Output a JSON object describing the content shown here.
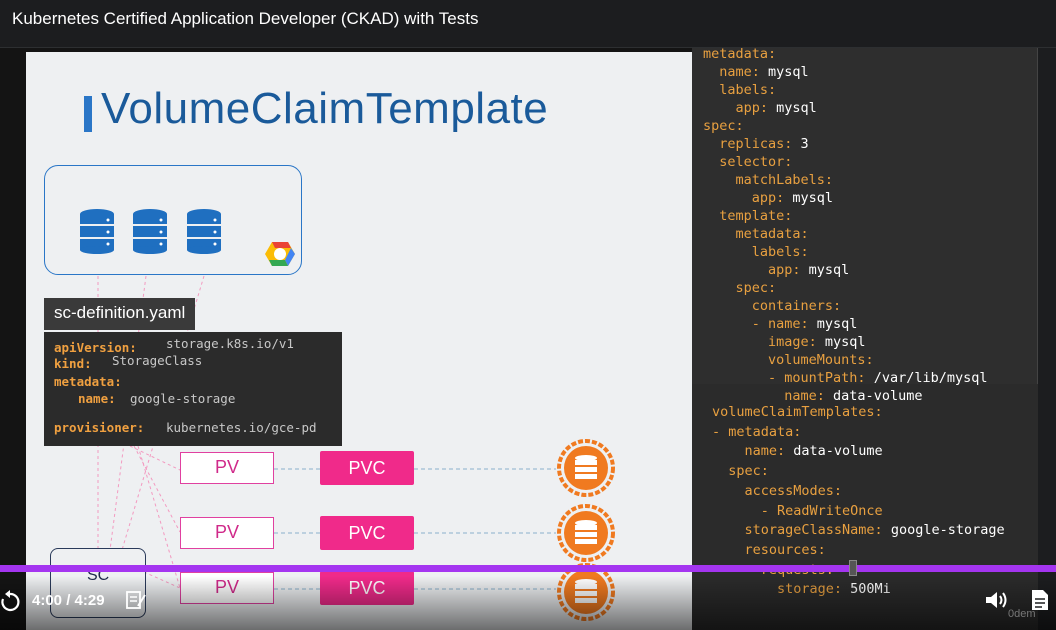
{
  "header": {
    "course_title": "Kubernetes Certified Application Developer (CKAD) with Tests"
  },
  "slide": {
    "title": "VolumeClaimTemplate",
    "yaml_tab": "sc-definition.yaml",
    "yaml_lines": [
      {
        "key": "apiVersion:",
        "value": "storage.k8s.io/v1"
      },
      {
        "key": "kind:",
        "value": "StorageClass"
      },
      {
        "key": "metadata:",
        "value": ""
      },
      {
        "key": "name:",
        "value": "google-storage"
      },
      {
        "key": "provisioner:",
        "value": "kubernetes.io/gce-pd"
      }
    ],
    "pv_label": "PV",
    "pvc_label": "PVC",
    "sc_label": "SC"
  },
  "code": {
    "lines": [
      {
        "k": "metadata:",
        "v": ""
      },
      {
        "k": "  name:",
        "v": " mysql"
      },
      {
        "k": "  labels:",
        "v": ""
      },
      {
        "k": "    app:",
        "v": " mysql"
      },
      {
        "k": "spec:",
        "v": ""
      },
      {
        "k": "  replicas:",
        "v": " 3"
      },
      {
        "k": "  selector:",
        "v": ""
      },
      {
        "k": "    matchLabels:",
        "v": ""
      },
      {
        "k": "      app:",
        "v": " mysql"
      },
      {
        "k": "  template:",
        "v": ""
      },
      {
        "k": "    metadata:",
        "v": ""
      },
      {
        "k": "      labels:",
        "v": ""
      },
      {
        "k": "        app:",
        "v": " mysql"
      },
      {
        "k": "    spec:",
        "v": ""
      },
      {
        "k": "      containers:",
        "v": ""
      },
      {
        "k": "      - name:",
        "v": " mysql"
      },
      {
        "k": "        image:",
        "v": " mysql"
      },
      {
        "k": "        volumeMounts:",
        "v": ""
      },
      {
        "k": "        - mountPath:",
        "v": " /var/lib/mysql"
      },
      {
        "k": "          name:",
        "v": " data-volume"
      }
    ],
    "lines2": [
      {
        "k": "volumeClaimTemplates:",
        "v": ""
      },
      {
        "k": "- metadata:",
        "v": ""
      },
      {
        "k": "    name:",
        "v": " data-volume"
      },
      {
        "k": "  spec:",
        "v": ""
      },
      {
        "k": "    accessModes:",
        "v": ""
      },
      {
        "k": "      - ReadWriteOnce",
        "v": ""
      },
      {
        "k": "    storageClassName:",
        "v": " google-storage"
      },
      {
        "k": "    resources:",
        "v": ""
      },
      {
        "k": "      requests:",
        "v": ""
      },
      {
        "k": "        storage:",
        "v": " 500Mi"
      }
    ]
  },
  "player": {
    "time": "4:00 / 4:29",
    "progress": 0.805,
    "watermark": "0dem"
  },
  "colors": {
    "accent": "#a435f0",
    "title_blue": "#1a5a9a",
    "pvc_pink": "#f02a8a",
    "disk_orange": "#f07a20"
  }
}
